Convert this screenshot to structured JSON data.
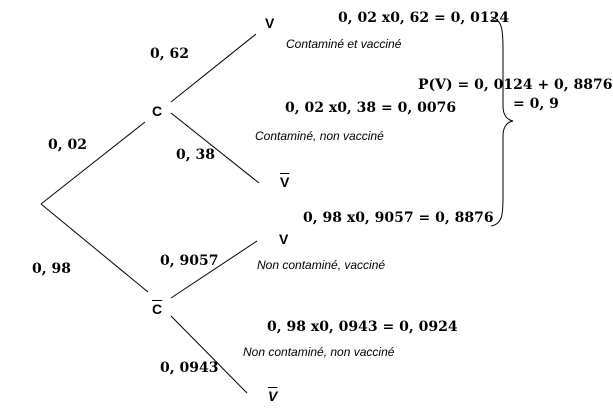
{
  "tree": {
    "root_branches": {
      "to_c": "0, 02",
      "to_c_bar": "0, 98"
    },
    "nodes": {
      "c": "C",
      "c_bar": "C",
      "v_top": "V",
      "v_bar_top": "V",
      "v_mid": "V",
      "v_bar_bottom": "V"
    },
    "branches": {
      "c_v": "0, 62",
      "c_vbar": "0, 38",
      "cbar_v": "0, 9057",
      "cbar_vbar": "0, 0943"
    },
    "products": {
      "cv": "0, 02 x0, 62 = 0, 0124",
      "cvbar": "0, 02 x0, 38 = 0, 0076",
      "cbarv": "0, 98 x0, 9057 = 0, 8876",
      "cbarvbar": "0, 98 x0, 0943 = 0, 0924"
    },
    "descriptions": {
      "cv": "Contaminé et vacciné",
      "cvbar": "Contaminé, non vacciné",
      "cbarv": "Non contaminé, vacciné",
      "cbarvbar": "Non contaminé, non vacciné"
    },
    "total": {
      "line1": "P(V) = 0, 0124 + 0, 8876",
      "line2": "= 0, 9"
    }
  }
}
